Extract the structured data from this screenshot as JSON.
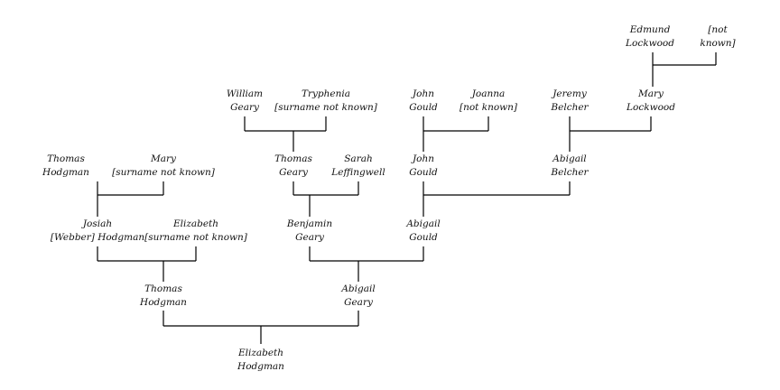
{
  "people": {
    "edmund_lockwood": {
      "line1": "Edmund",
      "line2": "Lockwood"
    },
    "not_known": {
      "line1": "[not",
      "line2": "known]"
    },
    "william_geary": {
      "line1": "William",
      "line2": "Geary"
    },
    "tryphenia": {
      "line1": "Tryphenia",
      "line2": "[surname not known]"
    },
    "john_gould_sr": {
      "line1": "John",
      "line2": "Gould"
    },
    "joanna": {
      "line1": "Joanna",
      "line2": "[not known]"
    },
    "jeremy_belcher": {
      "line1": "Jeremy",
      "line2": "Belcher"
    },
    "mary_lockwood": {
      "line1": "Mary",
      "line2": "Lockwood"
    },
    "thomas_hodgman_sr": {
      "line1": "Thomas",
      "line2": "Hodgman"
    },
    "mary": {
      "line1": "Mary",
      "line2": "[surname not known]"
    },
    "thomas_geary": {
      "line1": "Thomas",
      "line2": "Geary"
    },
    "sarah_leffingwell": {
      "line1": "Sarah",
      "line2": "Leffingwell"
    },
    "john_gould_jr": {
      "line1": "John",
      "line2": "Gould"
    },
    "abigail_belcher": {
      "line1": "Abigail",
      "line2": "Belcher"
    },
    "josiah_hodgman": {
      "line1": "Josiah",
      "line2": "[Webber] Hodgman"
    },
    "elizabeth": {
      "line1": "Elizabeth",
      "line2": "[surname not known]"
    },
    "benjamin_geary": {
      "line1": "Benjamin",
      "line2": "Geary"
    },
    "abigail_gould": {
      "line1": "Abigail",
      "line2": "Gould"
    },
    "thomas_hodgman_jr": {
      "line1": "Thomas",
      "line2": "Hodgman"
    },
    "abigail_geary": {
      "line1": "Abigail",
      "line2": "Geary"
    },
    "elizabeth_hodgman": {
      "line1": "Elizabeth",
      "line2": "Hodgman"
    }
  }
}
